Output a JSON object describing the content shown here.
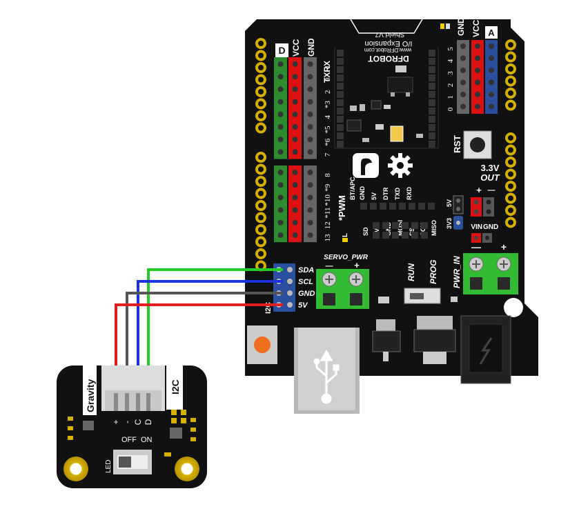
{
  "shield": {
    "brand": "DFROBOT",
    "url": "www.DFRobot.com",
    "line1": "I/O Expansion",
    "line2": "Shield V7",
    "digital_header": {
      "d": "D",
      "vcc": "VCC",
      "gnd": "GND"
    },
    "analog_header": {
      "gnd": "GND",
      "vcc": "VCC",
      "a": "A"
    },
    "analog_pins": [
      "5",
      "4",
      "3",
      "2",
      "1",
      "0"
    ],
    "txrx": "TXRX",
    "digital_pins_top": [
      "1",
      "0",
      "2",
      "*3",
      "4",
      "*5",
      "*6",
      "7"
    ],
    "digital_pins_bottom": [
      "8",
      "*9",
      "*10",
      "*11",
      "12",
      "13"
    ],
    "pwm_note": "*PWM",
    "led_l": "L",
    "rst": "RST",
    "out33": "3.3V",
    "out33b": "OUT",
    "plus": "+",
    "minus": "—",
    "bt_labels": [
      "BT/APC",
      "GND",
      "5V",
      "DTR",
      "TXD",
      "RXD"
    ],
    "sd_labels": [
      "SD",
      "5V",
      "GND",
      "MOSI",
      "SS",
      "SCK",
      "MISO"
    ],
    "sel_3v3": "3V3",
    "sel_5v": "5V",
    "vin": "VIN",
    "gnd2": "GND",
    "servo_pwr": "SERVO_PWR",
    "run": "RUN",
    "prog": "PROG",
    "pwr_in": "PWR_IN",
    "i2c_pins": [
      "SDA",
      "SCL",
      "GND",
      "5V"
    ],
    "i2c_label": "I2C"
  },
  "module": {
    "gravity": "Gravity",
    "i2c": "I2C",
    "pins": [
      "+",
      "-",
      "C",
      "D"
    ],
    "off": "OFF",
    "on": "ON",
    "led": "LED"
  },
  "wires": [
    {
      "name": "sda-wire",
      "color": "#22cc22"
    },
    {
      "name": "scl-wire",
      "color": "#1a33dd"
    },
    {
      "name": "gnd-wire",
      "color": "#555555"
    },
    {
      "name": "5v-wire",
      "color": "#e02020"
    }
  ],
  "colors": {
    "board": "#111111",
    "header_green": "#2e8b2e",
    "header_red": "#dd1111",
    "header_gray": "#666666",
    "header_blue": "#2a4f9e",
    "gold": "#d4b000",
    "terminal_green": "#33bb33"
  }
}
